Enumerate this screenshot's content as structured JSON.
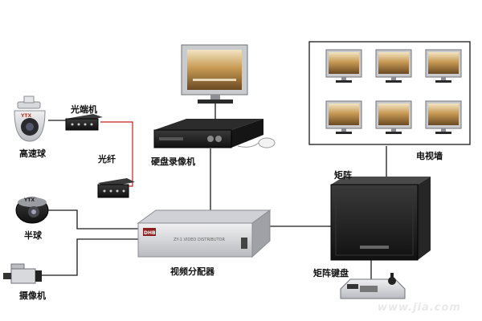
{
  "diagram": {
    "labels": {
      "ptz_camera": "高速球",
      "fiber_transceiver_top": "光端机",
      "fiber": "光纤",
      "dome_camera": "半球",
      "box_camera": "摄像机",
      "video_distributor": "视频分配器",
      "dvr": "硬盘录像机",
      "matrix": "矩阵",
      "matrix_keyboard": "矩阵键盘",
      "video_wall": "电视墙"
    },
    "device_texts": {
      "distributor_logo": "DHB",
      "distributor_panel": "ZY-1 VIDEO DISTRIBUTOR",
      "ptz_brand": "YTX",
      "dome_brand": "YTX"
    },
    "watermark": "www.jia.com",
    "colors": {
      "link_line": "#1a1a1a",
      "fiber_line": "#cc1f1f",
      "device_dark": "#1f1f1f",
      "device_light": "#d9dade",
      "screen": "#b58a44"
    }
  }
}
